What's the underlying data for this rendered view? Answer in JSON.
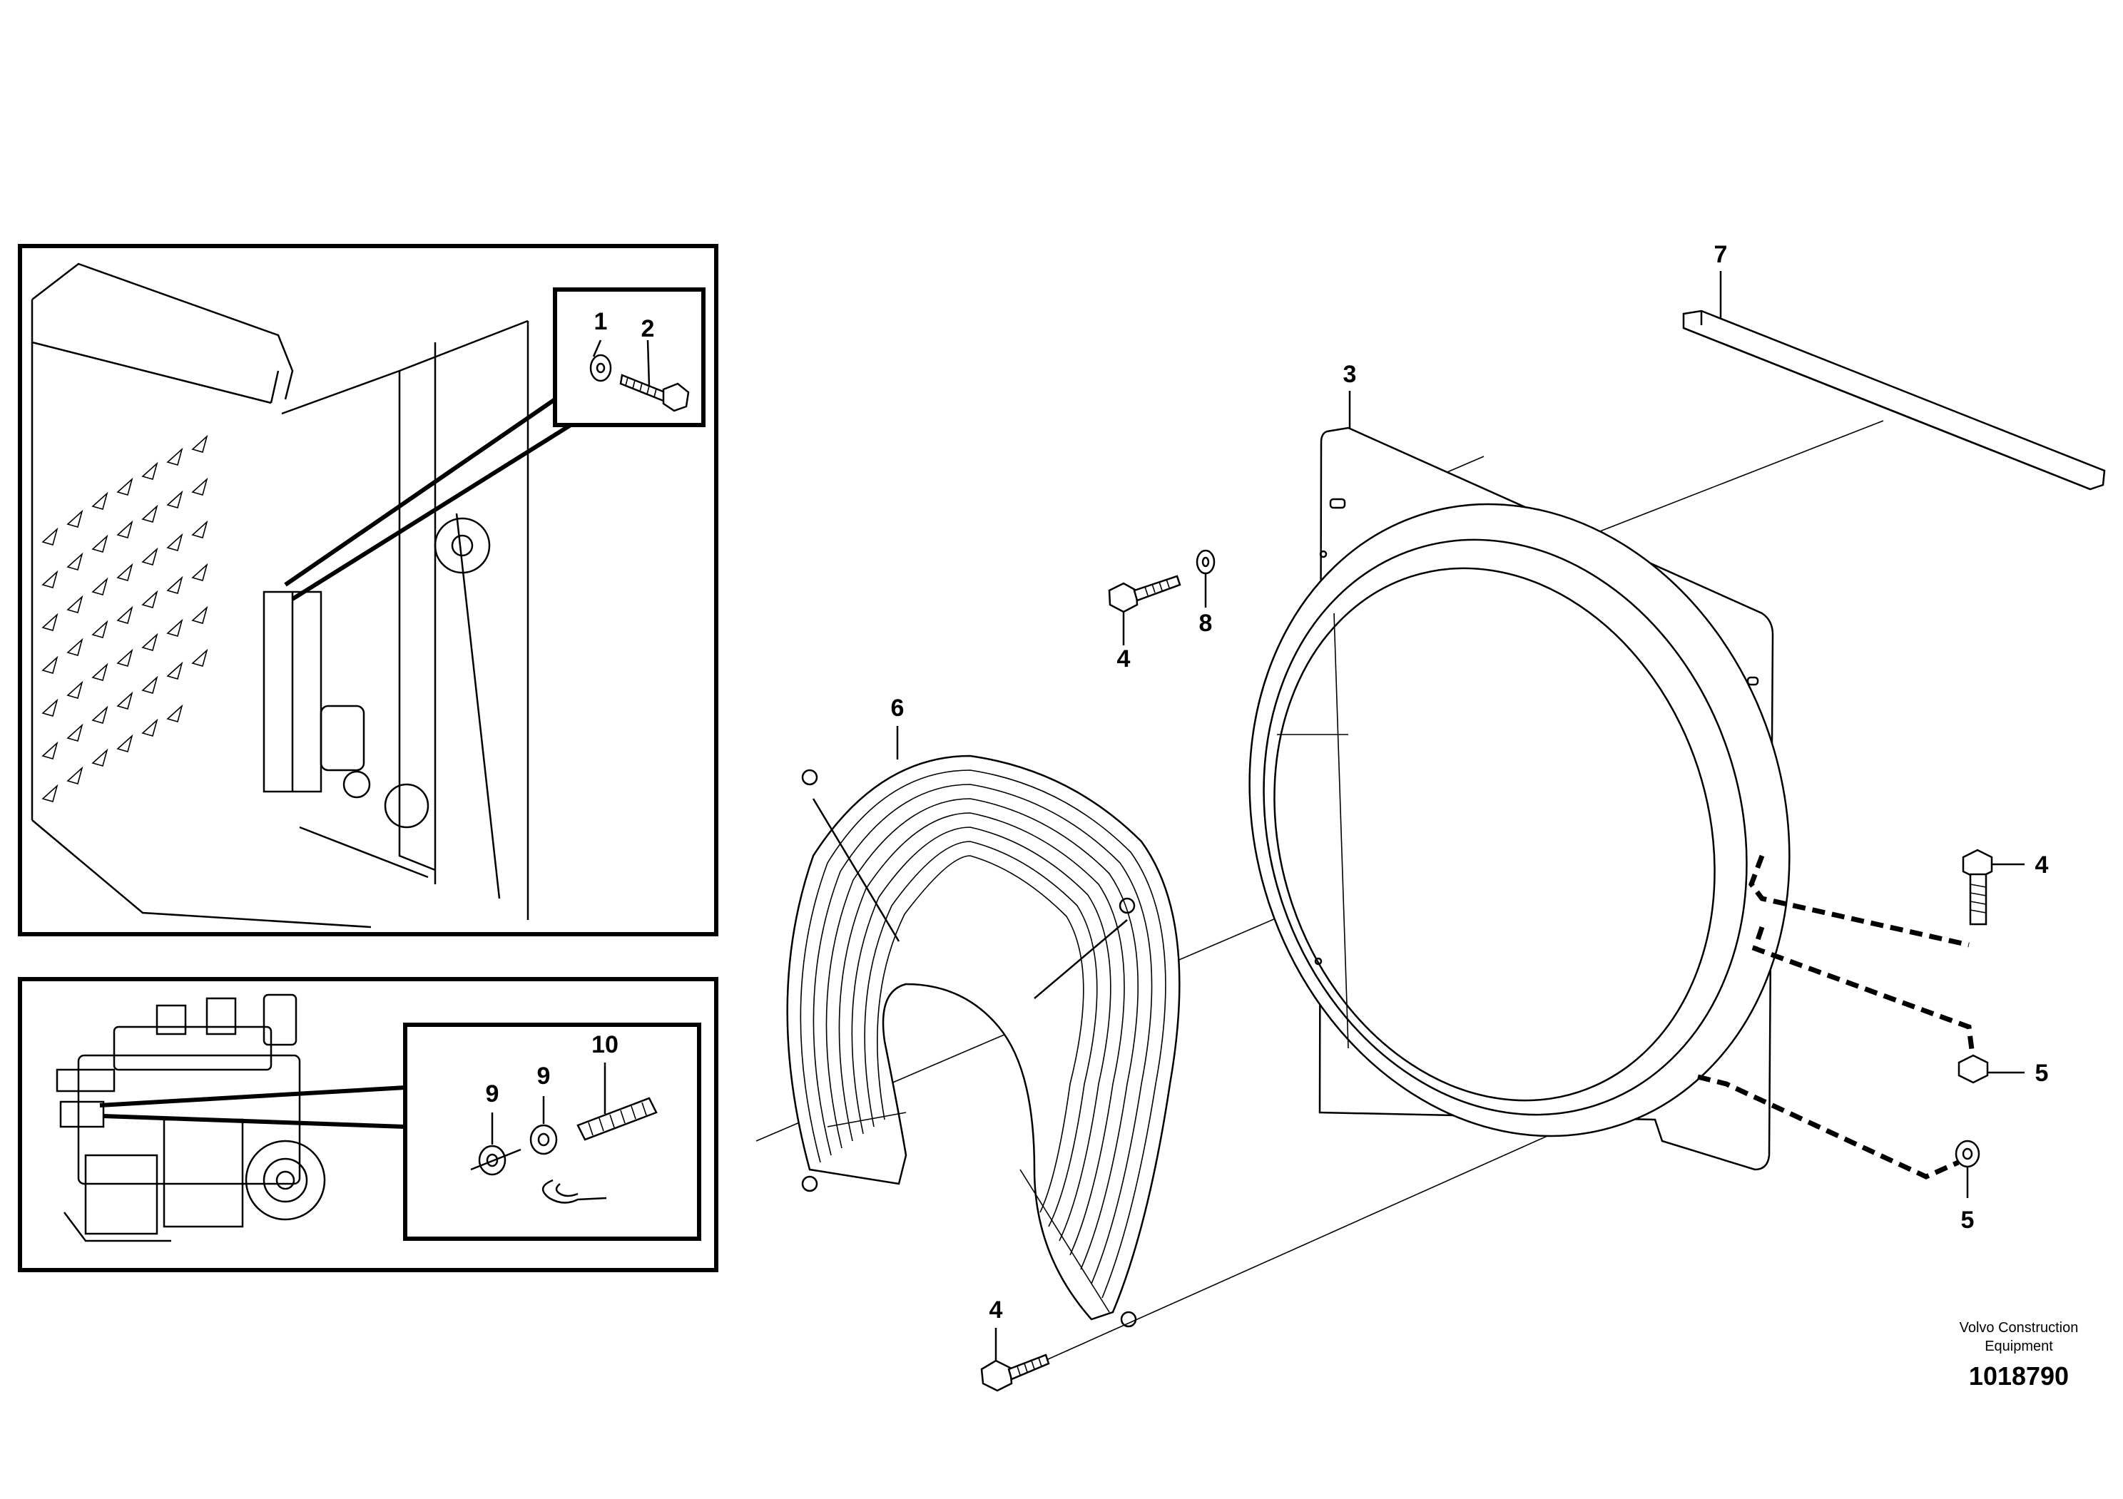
{
  "callouts": {
    "c1": "1",
    "c2": "2",
    "c3": "3",
    "c4_top": "4",
    "c4_right": "4",
    "c4_bottom": "4",
    "c5_top": "5",
    "c5_bottom": "5",
    "c6": "6",
    "c7": "7",
    "c8": "8",
    "c9_left": "9",
    "c9_right": "9",
    "c10": "10"
  },
  "footer": {
    "company_line1": "Volvo Construction",
    "company_line2": "Equipment",
    "document_number": "1018790"
  }
}
